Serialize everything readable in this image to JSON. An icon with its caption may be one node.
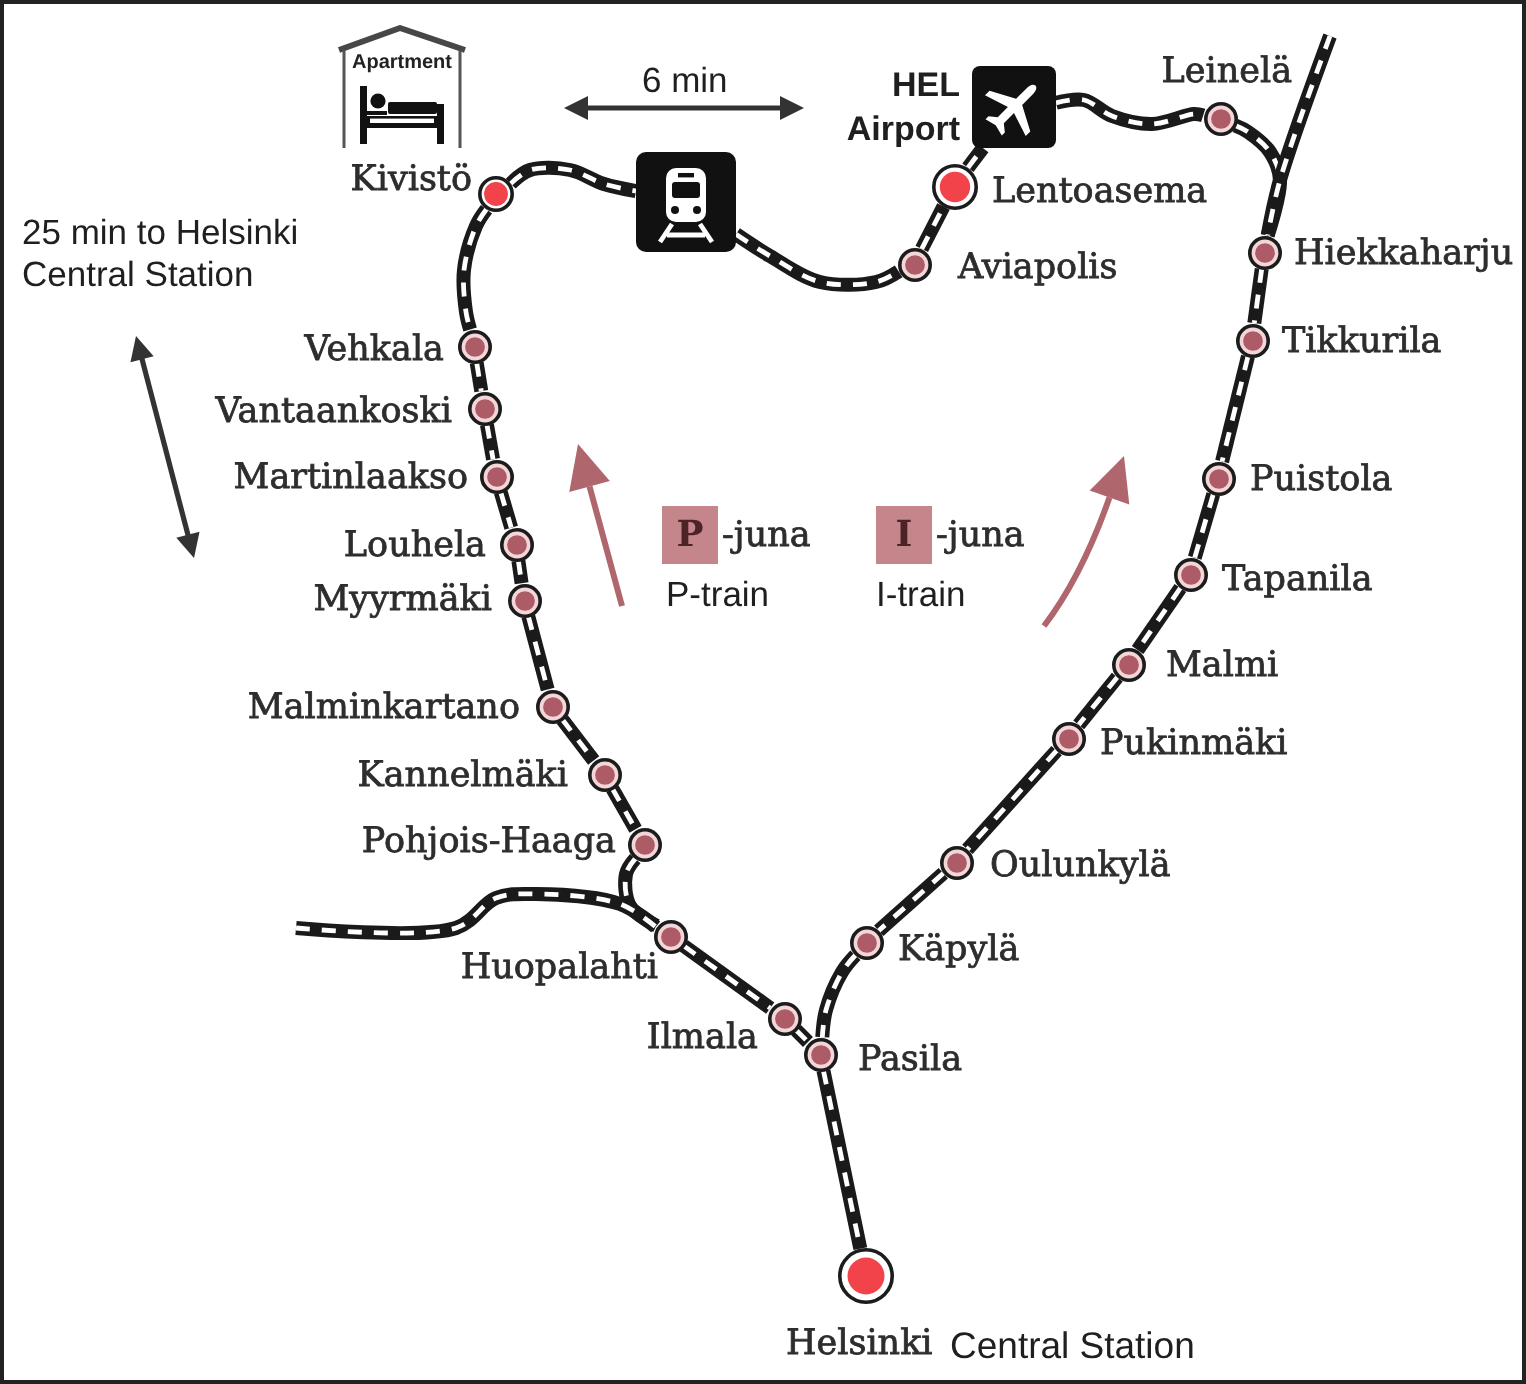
{
  "diagram": {
    "nodes": [
      {
        "text": [
          "Apartment"
        ]
      },
      {
        "text": [],
        "shape": "circle",
        "beside": [
          "Kivistö"
        ]
      },
      {
        "text": [],
        "shape": "picture"
      },
      {
        "text": [],
        "shape": "picture",
        "beside": [
          "HEL Airport"
        ]
      },
      {
        "text": [],
        "shape": "circle",
        "beside": [
          "Leinelä"
        ]
      },
      {
        "text": [],
        "shape": "circle",
        "beside": [
          "Lentoasema"
        ]
      },
      {
        "text": [],
        "shape": "circle",
        "beside": [
          "Aviapolis"
        ]
      },
      {
        "text": [],
        "shape": "circle",
        "beside": [
          "Hiekkaharju"
        ]
      },
      {
        "text": [],
        "shape": "circle",
        "beside": [
          "Vehkala"
        ]
      },
      {
        "text": [],
        "shape": "circle",
        "beside": [
          "Tikkurila"
        ]
      },
      {
        "text": [],
        "shape": "circle",
        "beside": [
          "Vantaankoski"
        ]
      },
      {
        "text": [],
        "shape": "circle",
        "beside": [
          "Martinlaakso"
        ]
      },
      {
        "text": [],
        "shape": "circle",
        "beside": [
          "Puistola"
        ]
      },
      {
        "text": [
          "P"
        ],
        "beside": [
          "-juna",
          "P-train"
        ]
      },
      {
        "text": [
          "I"
        ],
        "beside": [
          "-juna",
          "I-train"
        ]
      },
      {
        "text": [],
        "shape": "circle",
        "beside": [
          "Louhela"
        ]
      },
      {
        "text": [],
        "shape": "circle",
        "beside": [
          "Tapanila"
        ]
      },
      {
        "text": [],
        "shape": "circle",
        "beside": [
          "Myyrmäki"
        ]
      },
      {
        "text": [],
        "shape": "circle",
        "beside": [
          "Malmi"
        ]
      },
      {
        "text": [],
        "shape": "circle",
        "beside": [
          "Malminkartano"
        ]
      },
      {
        "text": [],
        "shape": "circle",
        "beside": [
          "Pukinmäki"
        ]
      },
      {
        "text": [],
        "shape": "circle",
        "beside": [
          "Kannelmäki"
        ]
      },
      {
        "text": [],
        "shape": "circle",
        "beside": [
          "Pohjois-Haaga"
        ]
      },
      {
        "text": [],
        "shape": "circle",
        "beside": [
          "Oulunkylä"
        ]
      },
      {
        "text": [],
        "shape": "circle",
        "beside": [
          "Huopalahti"
        ]
      },
      {
        "text": [],
        "shape": "circle",
        "beside": [
          "Käpylä"
        ]
      },
      {
        "text": [],
        "shape": "circle",
        "beside": [
          "Ilmala"
        ]
      },
      {
        "text": [],
        "shape": "circle",
        "beside": [
          "Pasila"
        ]
      },
      {
        "text": [],
        "shape": "circle",
        "beside": [
          "Helsinki",
          "Central Station"
        ]
      }
    ],
    "edges": [
      {
        "from": 1,
        "to": 8,
        "arrow": "none"
      },
      {
        "from": 8,
        "to": 10,
        "arrow": "none"
      },
      {
        "from": 10,
        "to": 11,
        "arrow": "none"
      },
      {
        "from": 11,
        "to": 15,
        "arrow": "none"
      },
      {
        "from": 15,
        "to": 17,
        "arrow": "none"
      },
      {
        "from": 17,
        "to": 19,
        "arrow": "none"
      },
      {
        "from": 19,
        "to": 21,
        "arrow": "none"
      },
      {
        "from": 21,
        "to": 22,
        "arrow": "none"
      },
      {
        "from": 22,
        "to": 24,
        "arrow": "none"
      },
      {
        "from": null,
        "to": 24,
        "arrow": "none"
      },
      {
        "from": 24,
        "to": 26,
        "arrow": "none"
      },
      {
        "from": 26,
        "to": 27,
        "arrow": "none"
      },
      {
        "from": 27,
        "to": 28,
        "arrow": "none"
      },
      {
        "from": 1,
        "to": 2,
        "arrow": "none"
      },
      {
        "from": 2,
        "to": 6,
        "arrow": "none"
      },
      {
        "from": 6,
        "to": 5,
        "arrow": "none"
      },
      {
        "from": 5,
        "to": 3,
        "arrow": "none"
      },
      {
        "from": 3,
        "to": 4,
        "arrow": "none"
      },
      {
        "from": 4,
        "to": 7,
        "arrow": "none"
      },
      {
        "from": null,
        "to": 7,
        "arrow": "none"
      },
      {
        "from": 7,
        "to": 9,
        "arrow": "none"
      },
      {
        "from": 9,
        "to": 12,
        "arrow": "none"
      },
      {
        "from": 12,
        "to": 16,
        "arrow": "none"
      },
      {
        "from": 16,
        "to": 18,
        "arrow": "none"
      },
      {
        "from": 18,
        "to": 20,
        "arrow": "none"
      },
      {
        "from": 20,
        "to": 23,
        "arrow": "none"
      },
      {
        "from": 23,
        "to": 25,
        "arrow": "none"
      },
      {
        "from": 25,
        "to": 27,
        "arrow": "none"
      }
    ],
    "labels": [
      "6 min",
      "25 min to Helsinki Central Station"
    ]
  }
}
